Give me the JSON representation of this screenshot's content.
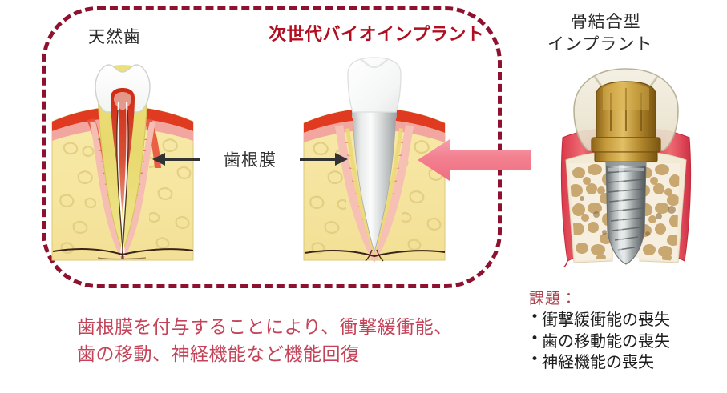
{
  "figure": {
    "panels": {
      "natural": {
        "title": "天然歯"
      },
      "bio": {
        "title": "次世代バイオインプラント"
      },
      "conventional": {
        "title_line1": "骨結合型",
        "title_line2": "インプラント"
      }
    },
    "annotation": {
      "pdl_label": "歯根膜"
    },
    "statement": {
      "line1": "歯根膜を付与することにより、衝撃緩衝能、",
      "line2": "歯の移動、神経機能など機能回復"
    },
    "issues": {
      "title": "課題：",
      "items": [
        "衝撃緩衝能の喪失",
        "歯の移動能の喪失",
        "神経機能の喪失"
      ]
    },
    "colors": {
      "frame_dashed": "#8e1230",
      "bio_title": "#b00f22",
      "statement": "#c44358",
      "issues_title": "#a8454f",
      "issues_text": "#1e1e1e",
      "pdl_arrow": "#333333",
      "pink_arrow": "#f2889a",
      "body_text": "#2b2b2b"
    }
  }
}
